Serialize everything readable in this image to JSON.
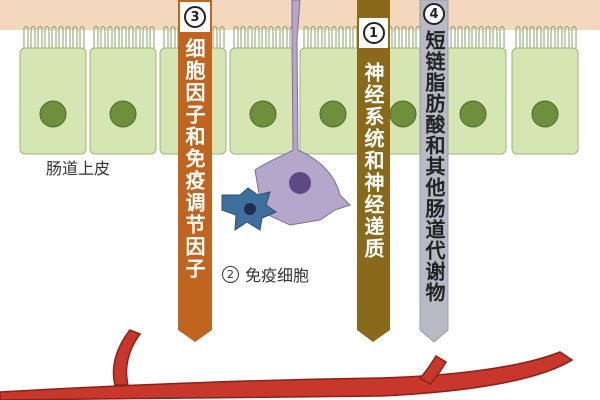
{
  "labels": {
    "epithelium": "肠道上皮",
    "immune_cells_num": "2",
    "immune_cells": "免疫细胞"
  },
  "pathways": [
    {
      "number": "3",
      "text": "细胞因子和免疫调节因子",
      "color": "#c0651f"
    },
    {
      "number": "1",
      "text": "神经系统和神经递质",
      "color": "#8a6a1a"
    },
    {
      "number": "4",
      "text": "短链脂肪酸和其他肠道代谢物",
      "color": "#b9b9c6"
    }
  ],
  "colors": {
    "lumen": "#f3d8bd",
    "cell": "#d6e6b2",
    "nucleus": "#6e8f3c",
    "neuron": "#b5a6cc",
    "immune_cell": "#3f6f9e",
    "blood_vessel": "#c8372b"
  }
}
